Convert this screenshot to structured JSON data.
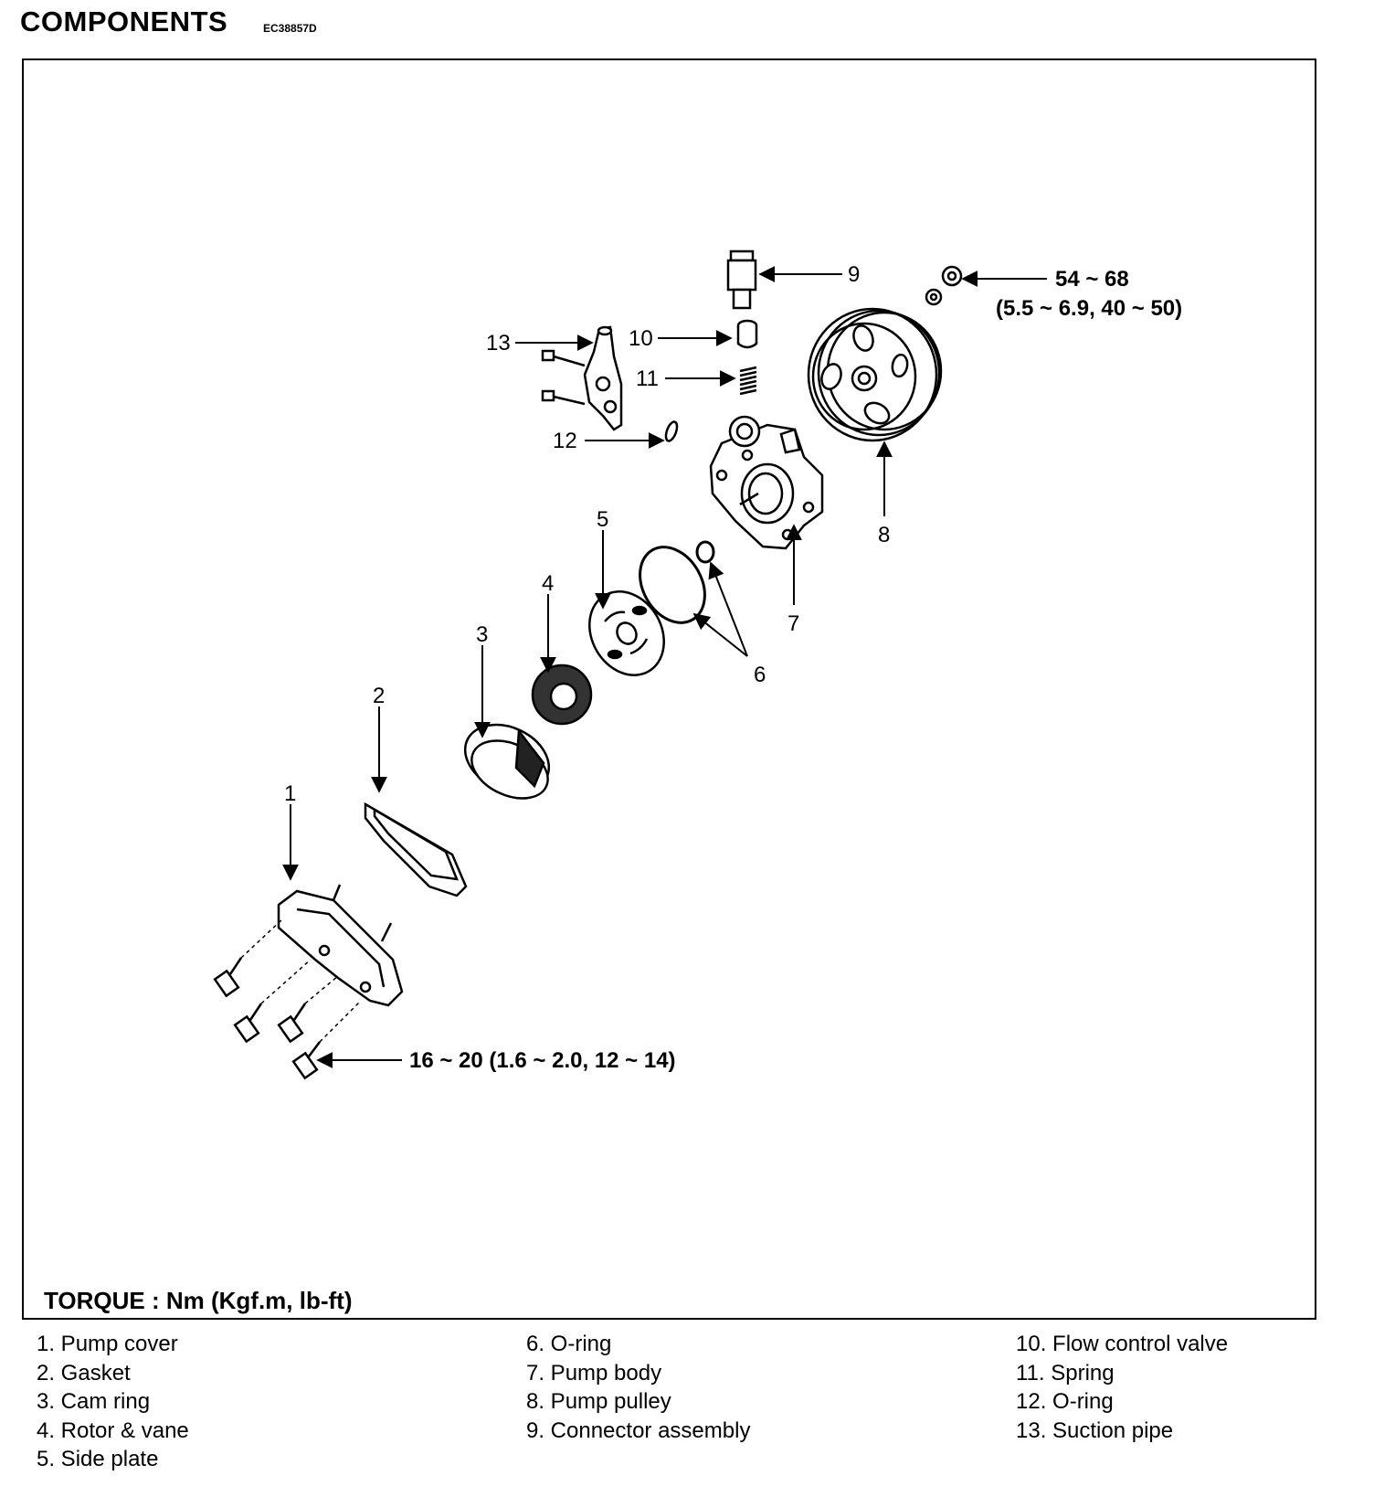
{
  "header": {
    "title": "COMPONENTS",
    "code": "EC38857D"
  },
  "diagram": {
    "callouts": {
      "c1": "1",
      "c2": "2",
      "c3": "3",
      "c4": "4",
      "c5": "5",
      "c6": "6",
      "c7": "7",
      "c8": "8",
      "c9": "9",
      "c10": "10",
      "c11": "11",
      "c12": "12",
      "c13": "13"
    },
    "torque_top_line1": "54 ~ 68",
    "torque_top_line2": "(5.5 ~ 6.9, 40 ~ 50)",
    "torque_bottom": "16 ~ 20 (1.6 ~ 2.0, 12 ~ 14)",
    "torque_units": "TORQUE : Nm (Kgf.m, lb-ft)"
  },
  "legend": {
    "col1": [
      "1. Pump cover",
      "2. Gasket",
      "3. Cam ring",
      "4. Rotor & vane",
      "5. Side plate"
    ],
    "col2": [
      "6. O-ring",
      "7. Pump body",
      "8. Pump pulley",
      "9. Connector assembly"
    ],
    "col3": [
      "10. Flow control valve",
      "11. Spring",
      "12. O-ring",
      "13. Suction pipe"
    ]
  }
}
